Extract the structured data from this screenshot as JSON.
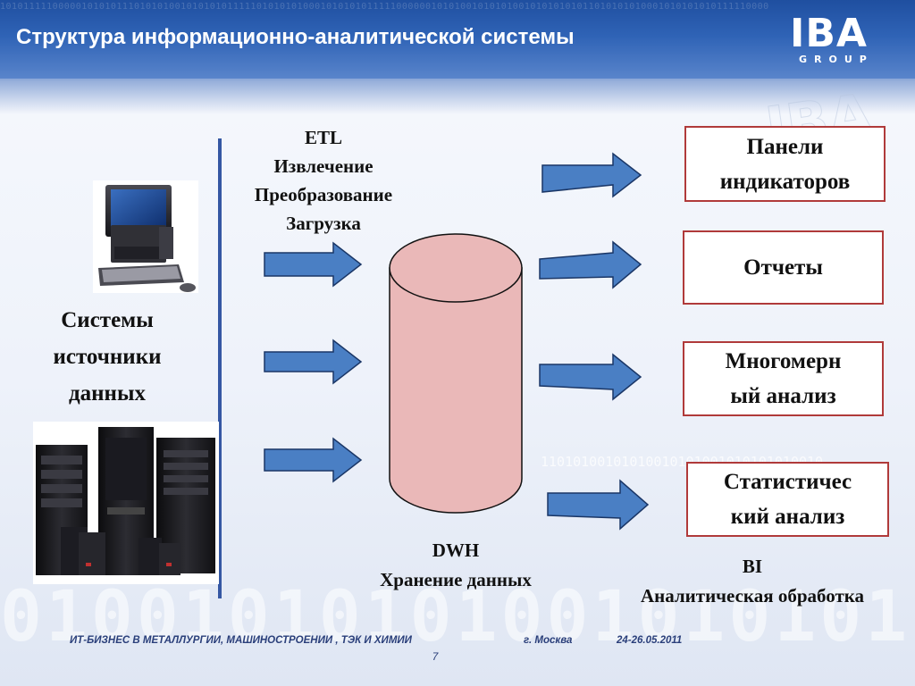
{
  "header": {
    "title": "Структура информационно-аналитической системы",
    "logo_main": "IBA",
    "logo_sub": "GROUP"
  },
  "background": {
    "binary_top": "10101111100000101010111010101001010101011111010101010001010101011111000000101010010101010010101010101101010101000101010101011111000000",
    "binary_mid": "11010100101010010101001010101010010",
    "binary_bottom": "01001010101001010101101"
  },
  "etl": {
    "lines": [
      "ETL",
      "Извлечение",
      "Преобразование",
      "Загрузка"
    ]
  },
  "sources": {
    "lines": [
      "Системы",
      "источники",
      "данных"
    ]
  },
  "dwh": {
    "lines": [
      "DWH",
      "Хранение данных"
    ]
  },
  "outputs": [
    {
      "lines": [
        "Панели",
        "индикаторов"
      ]
    },
    {
      "lines": [
        "Отчеты"
      ]
    },
    {
      "lines": [
        "Многомерн",
        "ый анализ"
      ]
    },
    {
      "lines": [
        "Статистичес",
        "кий анализ"
      ]
    }
  ],
  "bi": {
    "lines": [
      "BI",
      "Аналитическая обработка"
    ]
  },
  "footer": {
    "event": "ИТ-БИЗНЕС В МЕТАЛЛУРГИИ, МАШИНОСТРОЕНИИ , ТЭК И ХИМИИ",
    "city": "г. Москва",
    "date": "24-26.05.2011",
    "page": "7"
  },
  "colors": {
    "header_blue": "#2f63b6",
    "arrow_fill": "#4a7fc4",
    "cylinder_fill": "#eab8b8",
    "box_border": "#b03a3a",
    "divider": "#3557a3"
  }
}
